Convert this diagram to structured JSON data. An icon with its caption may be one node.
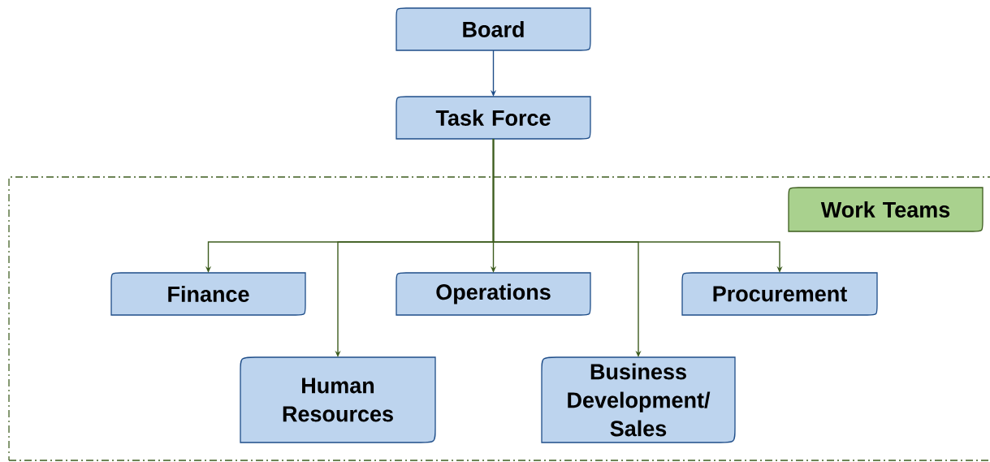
{
  "diagram": {
    "nodes": [
      {
        "text": [
          "Board"
        ]
      },
      {
        "text": [
          "Task Force"
        ]
      },
      {
        "text": [],
        "shape": "box"
      },
      {
        "text": [
          "Work Teams"
        ],
        "in": 2
      },
      {
        "text": [
          "Finance"
        ],
        "in": 2
      },
      {
        "text": [
          "Operations"
        ],
        "in": 2
      },
      {
        "text": [
          "Procurement"
        ],
        "in": 2
      },
      {
        "text": [
          "Human Resources"
        ],
        "in": 2
      },
      {
        "text": [
          "Business Development/ Sales"
        ],
        "in": 2
      }
    ],
    "edges": [
      {
        "from": 0,
        "to": 1,
        "arrow": "to",
        "color": "#1f4e89"
      },
      {
        "from": 1,
        "to": 4,
        "arrow": "to"
      },
      {
        "from": 1,
        "to": 7,
        "arrow": "to"
      },
      {
        "from": 1,
        "to": 5,
        "arrow": "to"
      },
      {
        "from": 1,
        "to": 8,
        "arrow": "to"
      },
      {
        "from": 1,
        "to": 6,
        "arrow": "to"
      }
    ]
  }
}
